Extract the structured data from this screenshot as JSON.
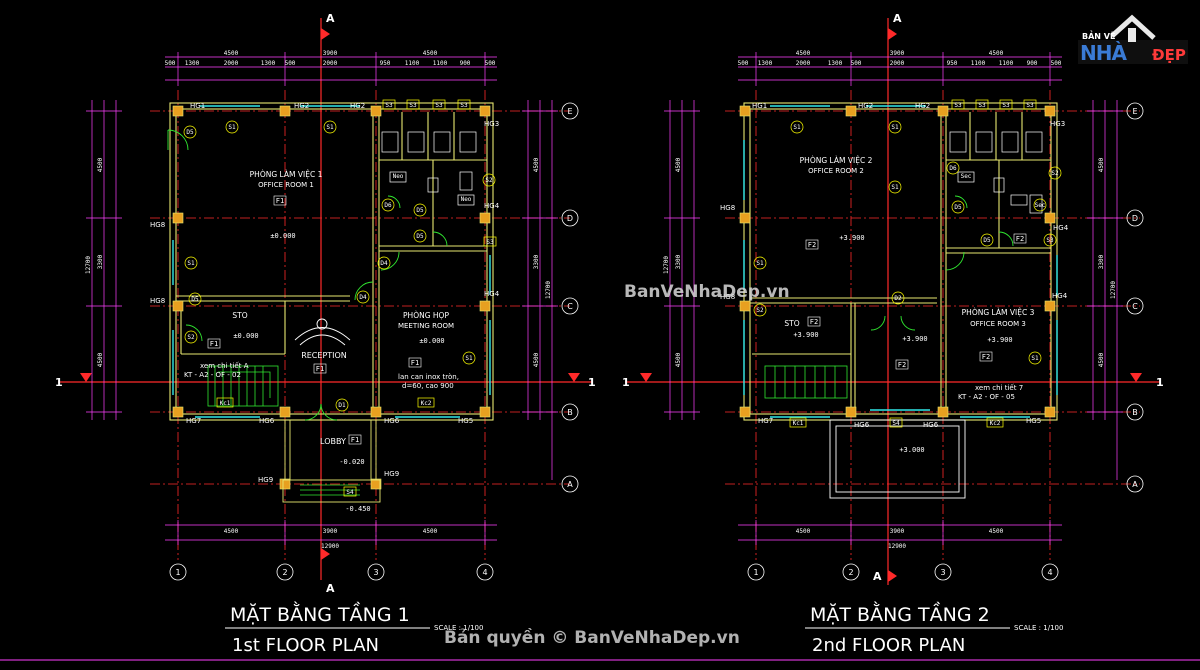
{
  "colors": {
    "background": "#000000",
    "wall": "#e8e870",
    "dim": "#ff40ff",
    "grid": "#ff2a2a",
    "text": "#ffffff",
    "green": "#30e830",
    "cyan": "#30e8e8",
    "tag": "#ffff00"
  },
  "watermark": {
    "brand_top": "BẢN VẼ",
    "brand_main": "NHÀ",
    "brand_end": "ĐẸP",
    "center": "BanVeNhaDep.vn",
    "copyright": "Bản quyền © BanVeNhaDep.vn"
  },
  "plans": [
    {
      "title_vn": "MẶT BẰNG TẦNG 1",
      "title_en": "1st FLOOR PLAN",
      "scale": "SCALE : 1/100",
      "section": "A",
      "section_side": "1",
      "axis_bubbles": [
        "1",
        "2",
        "3",
        "4"
      ],
      "row_bubbles": [
        "E",
        "D",
        "C",
        "B",
        "A"
      ],
      "top_dims_1": [
        "4500",
        "3900",
        "4500"
      ],
      "top_dims_2": [
        "500",
        "1300",
        "2000",
        "1300",
        "500",
        "2000",
        "950",
        "1100",
        "1100",
        "900",
        "500"
      ],
      "bottom_dims": [
        "4500",
        "3900",
        "4500"
      ],
      "bottom_total": "12900",
      "left_dims": [
        "4500",
        "3300",
        "4500"
      ],
      "left_total": "12700",
      "rooms": [
        {
          "vn": "PHÒNG LÀM VIỆC 1",
          "en": "OFFICE ROOM 1",
          "floor": "F1",
          "level": "±0.000"
        },
        {
          "vn": "PHÒNG HỌP",
          "en": "MEETING ROOM",
          "floor": "F1",
          "level": "±0.000"
        },
        {
          "vn": "STO",
          "en": "",
          "floor": "F1",
          "level": "±0.000"
        },
        {
          "vn": "RECEPTION",
          "en": "",
          "floor": "F1",
          "level": ""
        },
        {
          "vn": "LOBBY",
          "en": "",
          "floor": "F1",
          "level": "-0.020"
        }
      ],
      "columns": [
        "HG1",
        "HG2",
        "HG2",
        "HG3",
        "HG4",
        "HG4",
        "HG5",
        "HG6",
        "HG6",
        "HG7",
        "HG8",
        "HG8",
        "HG9",
        "HG9"
      ],
      "notes": [
        "xem chi tiết A",
        "KT - A2 - OF - 02",
        "lan can inox tròn,",
        "d=60, cao 900"
      ],
      "levels": [
        "-0.450"
      ],
      "tags": [
        "S1",
        "S2",
        "S3",
        "S4",
        "D1",
        "D4",
        "D5",
        "D6",
        "Kc1",
        "Kc2",
        "Neo"
      ]
    },
    {
      "title_vn": "MẶT BẰNG TẦNG 2",
      "title_en": "2nd FLOOR PLAN",
      "scale": "SCALE : 1/100",
      "section": "A",
      "section_side": "1",
      "axis_bubbles": [
        "1",
        "2",
        "3",
        "4"
      ],
      "row_bubbles": [
        "E",
        "D",
        "C",
        "B",
        "A"
      ],
      "top_dims_1": [
        "4500",
        "3900",
        "4500"
      ],
      "top_dims_2": [
        "500",
        "1300",
        "2000",
        "1300",
        "500",
        "2000",
        "950",
        "1100",
        "1100",
        "900",
        "500"
      ],
      "bottom_dims": [
        "4500",
        "3900",
        "4500"
      ],
      "bottom_total": "12900",
      "left_dims": [
        "4500",
        "3300",
        "4500"
      ],
      "left_total": "12700",
      "rooms": [
        {
          "vn": "PHÒNG LÀM VIỆC 2",
          "en": "OFFICE ROOM 2",
          "floor": "F2",
          "level": "+3.900"
        },
        {
          "vn": "PHÒNG LÀM VIỆC 3",
          "en": "OFFICE ROOM 3",
          "floor": "F2",
          "level": "+3.900"
        },
        {
          "vn": "STO",
          "en": "",
          "floor": "F2",
          "level": "+3.900"
        },
        {
          "vn": "",
          "en": "",
          "floor": "F2",
          "level": "+3.900"
        }
      ],
      "columns": [
        "HG1",
        "HG2",
        "HG2",
        "HG3",
        "HG4",
        "HG4",
        "HG5",
        "HG6",
        "HG6",
        "HG7",
        "HG8",
        "HG8"
      ],
      "notes": [
        "xem chi tiết 7",
        "KT - A2 - OF - 05"
      ],
      "levels": [
        "+3.000"
      ],
      "tags": [
        "S1",
        "S2",
        "S3",
        "S4",
        "D2",
        "D5",
        "D6",
        "Kc1",
        "Kc2",
        "Sec"
      ]
    }
  ]
}
